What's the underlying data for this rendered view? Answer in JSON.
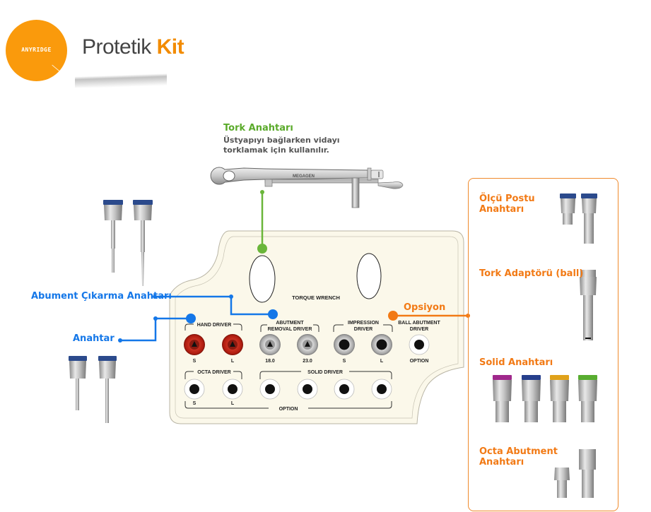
{
  "header": {
    "logo_text": "ANYRIDGE",
    "title_prefix": "Protetik",
    "title_highlight": "Kit"
  },
  "torque_wrench": {
    "title": "Tork Anahtarı",
    "description_line1": "Üstyapıyı bağlarken vidayı",
    "description_line2": "torklamak için kullanılır.",
    "brand_mark": "MEGAGEN"
  },
  "callouts": {
    "abutment_removal": "Abument Çıkarma Anahtarı",
    "hand_driver": "Anahtar",
    "option": "Opsiyon"
  },
  "tray": {
    "torque_wrench_label": "TORQUE WRENCH",
    "groups": {
      "hand_driver": "HAND DRIVER",
      "abutment_removal_line1": "ABUTMENT",
      "abutment_removal_line2": "REMOVAL DRIVER",
      "impression_line1": "IMPRESSION",
      "impression_line2": "DRIVER",
      "ball_abutment_line1": "BALL ABUTMENT",
      "ball_abutment_line2": "DRIVER",
      "octa_driver": "OCTA DRIVER",
      "solid_driver": "SOLID DRIVER",
      "bottom_option": "OPTION"
    },
    "slot_labels": {
      "hand_s": "S",
      "hand_l": "L",
      "removal_1": "18.0",
      "removal_2": "23.0",
      "impression_s": "S",
      "impression_l": "L",
      "ball_option": "OPTION",
      "octa_s": "S",
      "octa_l": "L"
    }
  },
  "option_panel": {
    "items": [
      {
        "label_line1": "Ölçü Postu",
        "label_line2": "Anahtarı"
      },
      {
        "label_line1": "Tork Adaptörü (ball)",
        "label_line2": ""
      },
      {
        "label_line1": "Solid Anahtarı",
        "label_line2": ""
      },
      {
        "label_line1": "Octa Abutment",
        "label_line2": "Anahtarı"
      }
    ]
  },
  "colors": {
    "brand_orange": "#fa9a0c",
    "green_accent": "#6ab63a",
    "blue_accent": "#1477e8",
    "option_orange": "#f27a15",
    "tray_fill": "#fbf8ea",
    "solid_caps": [
      "#a0288c",
      "#263f8c",
      "#e0a21a",
      "#58ad30"
    ]
  }
}
